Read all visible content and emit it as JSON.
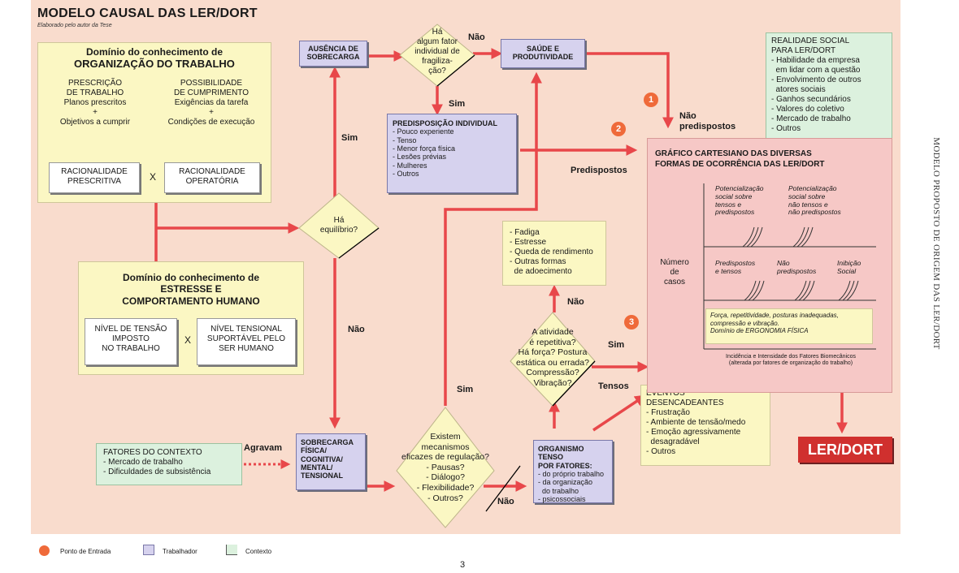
{
  "header": {
    "title": "MODELO CAUSAL DAS LER/DORT",
    "subtitle": "Elaborado pelo autor da Tese"
  },
  "org_domain": {
    "title1": "Domínio do conhecimento de",
    "title2": "ORGANIZAÇÃO DO TRABALHO",
    "left_head1": "PRESCRIÇÃO",
    "left_head2": "DE TRABALHO",
    "left_l1": "Planos prescritos",
    "left_plus": "+",
    "left_l2": "Objetivos a cumprir",
    "right_head1": "POSSIBILIDADE",
    "right_head2": "DE CUMPRIMENTO",
    "right_l1": "Exigências da tarefa",
    "right_plus": "+",
    "right_l2": "Condições de execução",
    "rac_presc1": "RACIONALIDADE",
    "rac_presc2": "PRESCRITIVA",
    "x": "X",
    "rac_oper1": "RACIONALIDADE",
    "rac_oper2": "OPERATÓRIA"
  },
  "stress_domain": {
    "title1": "Domínio do conhecimento de",
    "title2": "ESTRESSE E",
    "title3": "COMPORTAMENTO HUMANO",
    "left1": "NÍVEL DE TENSÃO",
    "left2": "IMPOSTO",
    "left3": "NO TRABALHO",
    "x": "X",
    "right1": "NÍVEL TENSIONAL",
    "right2": "SUPORTÁVEL PELO",
    "right3": "SER HUMANO"
  },
  "nodes": {
    "ausencia1": "AUSÊNCIA DE",
    "ausencia2": "SOBRECARGA",
    "fator1": "Há",
    "fator2": "algum fator",
    "fator3": "individual de",
    "fator4": "fragiliza-",
    "fator5": "ção?",
    "saude1": "SAÚDE E",
    "saude2": "PRODUTIVIDADE",
    "equilibrio1": "Há",
    "equilibrio2": "equilíbrio?",
    "predisp_title": "PREDISPOSIÇÃO INDIVIDUAL",
    "predisp_items": [
      "- Pouco experiente",
      "- Tenso",
      "- Menor força física",
      "- Lesões prévias",
      "- Mulheres",
      "- Outros"
    ],
    "fadiga_items": [
      "- Fadiga",
      "- Estresse",
      "- Queda de rendimento",
      "- Outras formas",
      "  de adoecimento"
    ],
    "atividade": [
      "A atividade",
      "é repetitiva?",
      "Há força? Postura",
      "estática ou errada?",
      "Compressão?",
      "Vibração?"
    ],
    "mecanismos": [
      "Existem",
      "mecanismos",
      "eficazes de regulação?",
      "- Pausas?",
      "- Diálogo?",
      "- Flexibilidade?",
      "- Outros?"
    ],
    "sobrecarga": [
      "SOBRECARGA",
      "FÍSICA/",
      "COGNITIVA/",
      "MENTAL/",
      "TENSIONAL"
    ],
    "contexto_title": "FATORES DO CONTEXTO",
    "contexto_items": [
      "- Mercado de trabalho",
      "- Dificuldades de subsistência"
    ],
    "organismo_title1": "ORGANISMO TENSO",
    "organismo_title2": "POR FATORES:",
    "organismo_items": [
      "- do próprio trabalho",
      "- da organização",
      "  do trabalho",
      "- psicossociais"
    ],
    "eventos_title1": "EVENTOS",
    "eventos_title2": "DESENCADEANTES",
    "eventos_items": [
      "- Frustração",
      "- Ambiente de tensão/medo",
      "- Emoção agressivamente",
      "  desagradável",
      "- Outros"
    ],
    "realidade_title": [
      "REALIDADE SOCIAL",
      "PARA LER/DORT"
    ],
    "realidade_items": [
      "- Habilidade da empresa",
      "  em lidar com a questão",
      "- Envolvimento de outros",
      "  atores sociais",
      "- Ganhos secundários",
      "- Valores do coletivo",
      "- Mercado de trabalho",
      "- Outros"
    ],
    "ler_dort": "LER/DORT"
  },
  "labels": {
    "nao_top": "Não",
    "sim_fator": "Sim",
    "sim_left": "Sim",
    "nao_left": "Não",
    "nao_pred1": "Não",
    "nao_pred2": "predispostos",
    "predispostos": "Predispostos",
    "nao_fadiga": "Não",
    "sim_ativ": "Sim",
    "tensos": "Tensos",
    "sim_mid": "Sim",
    "agravam": "Agravam",
    "nao_mec": "Não",
    "n1": "1",
    "n2": "2",
    "n3": "3"
  },
  "graph": {
    "title1": "GRÁFICO CARTESIANO DAS DIVERSAS",
    "title2": "FORMAS DE OCORRÊNCIA DAS LER/DORT",
    "ylabel1": "Número",
    "ylabel2": "de",
    "ylabel3": "casos",
    "top_left": [
      "Potencialização",
      "social sobre",
      "tensos e",
      "predispostos"
    ],
    "top_right": [
      "Potencialização",
      "social sobre",
      "não tensos e",
      "não predispostos"
    ],
    "mid1": [
      "Predispostos",
      "e tensos"
    ],
    "mid2": [
      "Não",
      "predispostos"
    ],
    "mid3": [
      "Inibição",
      "Social"
    ],
    "ergo": [
      "Força, repetitividade, posturas inadequadas,",
      "compressão e vibração.",
      "Domínio de ERGONOMIA FÍSICA"
    ],
    "xlabel1": "Incidência e Intensidade dos Fatores Biomecânicos",
    "xlabel2": "(alterada por fatores de organização do trabalho)"
  },
  "legend": {
    "entry": "Ponto de Entrada",
    "worker": "Trabalhador",
    "context": "Contexto"
  },
  "side_caption": "MODELO PROPOSTO DE ORIGEM DAS LER/DORT",
  "page_number": "3",
  "colors": {
    "arrow": "#e8474a",
    "panel": "#f9dccd",
    "yellow": "#fbf7c3",
    "blue": "#d6d2ee",
    "green": "#dcf1de",
    "entry_point": "#ef6a3a",
    "ler_box": "#d0302e"
  }
}
